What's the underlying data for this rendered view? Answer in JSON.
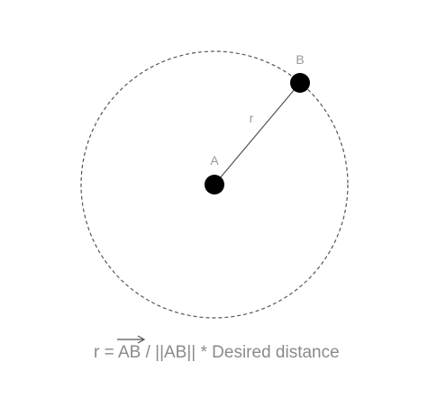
{
  "diagram": {
    "point_a_label": "A",
    "point_b_label": "B",
    "radius_label": "r",
    "formula": {
      "prefix": "r = ",
      "vector": "AB",
      "suffix": " / ||AB|| * Desired distance"
    }
  },
  "colors": {
    "point_fill": "#000000",
    "circle_stroke": "#555555",
    "line_stroke": "#555555",
    "label_text": "#9a9a9a",
    "formula_text": "#8a8a8a"
  }
}
